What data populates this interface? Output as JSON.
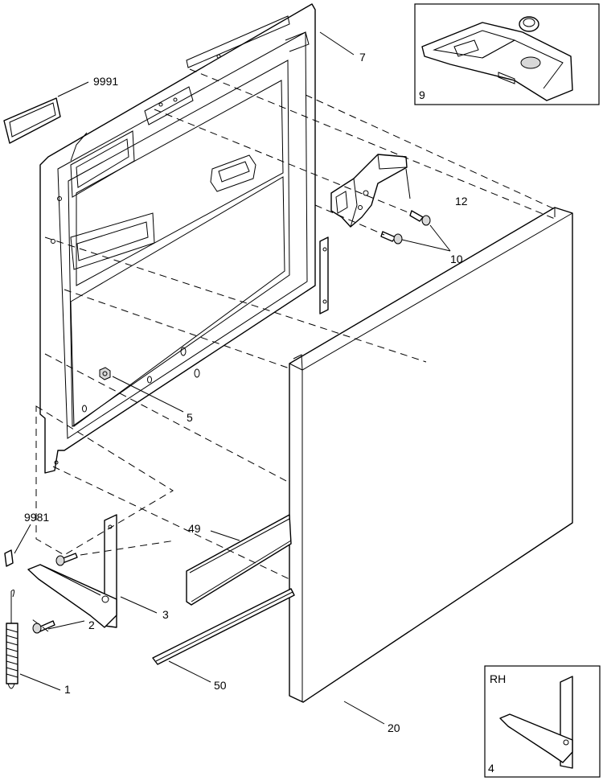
{
  "callouts": {
    "p1": "1",
    "p2": "2",
    "p3": "3",
    "p4": "4",
    "p5": "5",
    "p7": "7",
    "p9": "9",
    "p10": "10",
    "p12": "12",
    "p20": "20",
    "p49": "49",
    "p50": "50",
    "p9981": "9981",
    "p9991": "9991"
  },
  "inset_rh": {
    "side_label": "RH"
  }
}
